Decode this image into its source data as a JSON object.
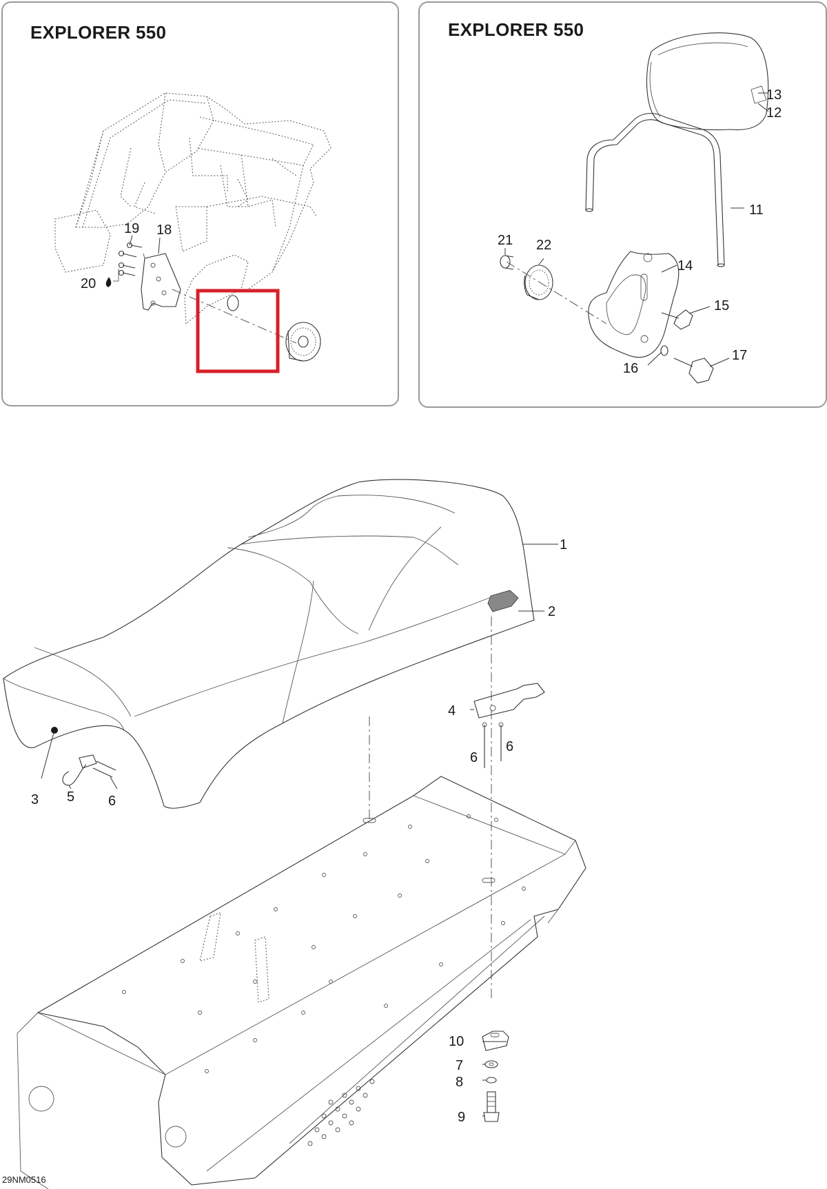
{
  "panels": {
    "left_title": "EXPLORER 550",
    "right_title": "EXPLORER 550"
  },
  "callouts": {
    "c1": "1",
    "c2": "2",
    "c3": "3",
    "c4": "4",
    "c5": "5",
    "c6a": "6",
    "c6b": "6",
    "c6c": "6",
    "c7": "7",
    "c8": "8",
    "c9": "9",
    "c10": "10",
    "c11": "11",
    "c12": "12",
    "c13": "13",
    "c14": "14",
    "c15": "15",
    "c16": "16",
    "c17": "17",
    "c18": "18",
    "c19": "19",
    "c20": "20",
    "c21": "21",
    "c22": "22"
  },
  "drawing_code": "29NM0516",
  "highlight_color": "#d8202a"
}
